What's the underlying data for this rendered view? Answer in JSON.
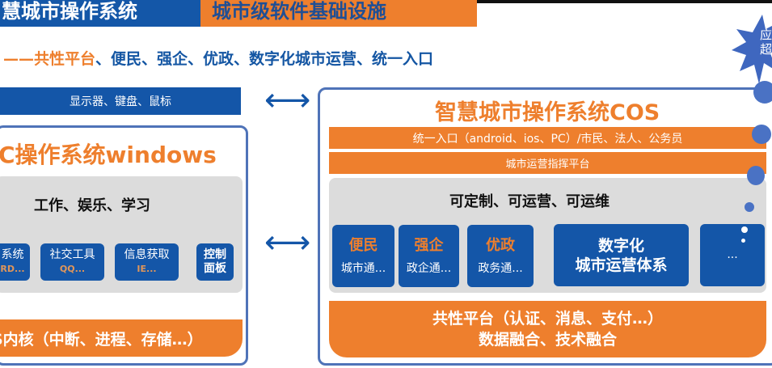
{
  "header": {
    "title_left": "慧城市操作系统",
    "title_right": "城市级软件基础设施",
    "subtitle_prefix": "——共性平台",
    "subtitle_rest": "、便民、强企、优政、数字化城市运营、统一入口"
  },
  "left": {
    "io_bar": "显示器、键盘、鼠标",
    "title": "C操作系统windows",
    "middle_heading": "工作、娱乐、学习",
    "tiles": [
      {
        "title": "系统",
        "sub": "RD..."
      },
      {
        "title": "社交工具",
        "sub": "QQ..."
      },
      {
        "title": "信息获取",
        "sub": "IE..."
      },
      {
        "title": "控制面板"
      }
    ],
    "kernel": "S内核（中断、进程、存储…）"
  },
  "right": {
    "title": "智慧城市操作系统COS",
    "entry_bar": "统一入口（android、ios、PC）/市民、法人、公务员",
    "command_bar": "城市运营指挥平台",
    "middle_heading": "可定制、可运营、可运维",
    "tiles": [
      {
        "title": "便民",
        "sub": "城市通..."
      },
      {
        "title": "强企",
        "sub": "政企通..."
      },
      {
        "title": "优政",
        "sub": "政务通..."
      }
    ],
    "digital_tile": [
      "数字化",
      "城市运营体系"
    ],
    "more_tile": "...",
    "platform": [
      "共性平台（认证、消息、支付…）",
      "数据融合、技术融合"
    ]
  },
  "badge": {
    "line1": "应",
    "line2": "超"
  },
  "colors": {
    "blue": "#1456a8",
    "orange": "#ee7f2d",
    "frame": "#4f73b8",
    "gray": "#dcdcdc"
  }
}
